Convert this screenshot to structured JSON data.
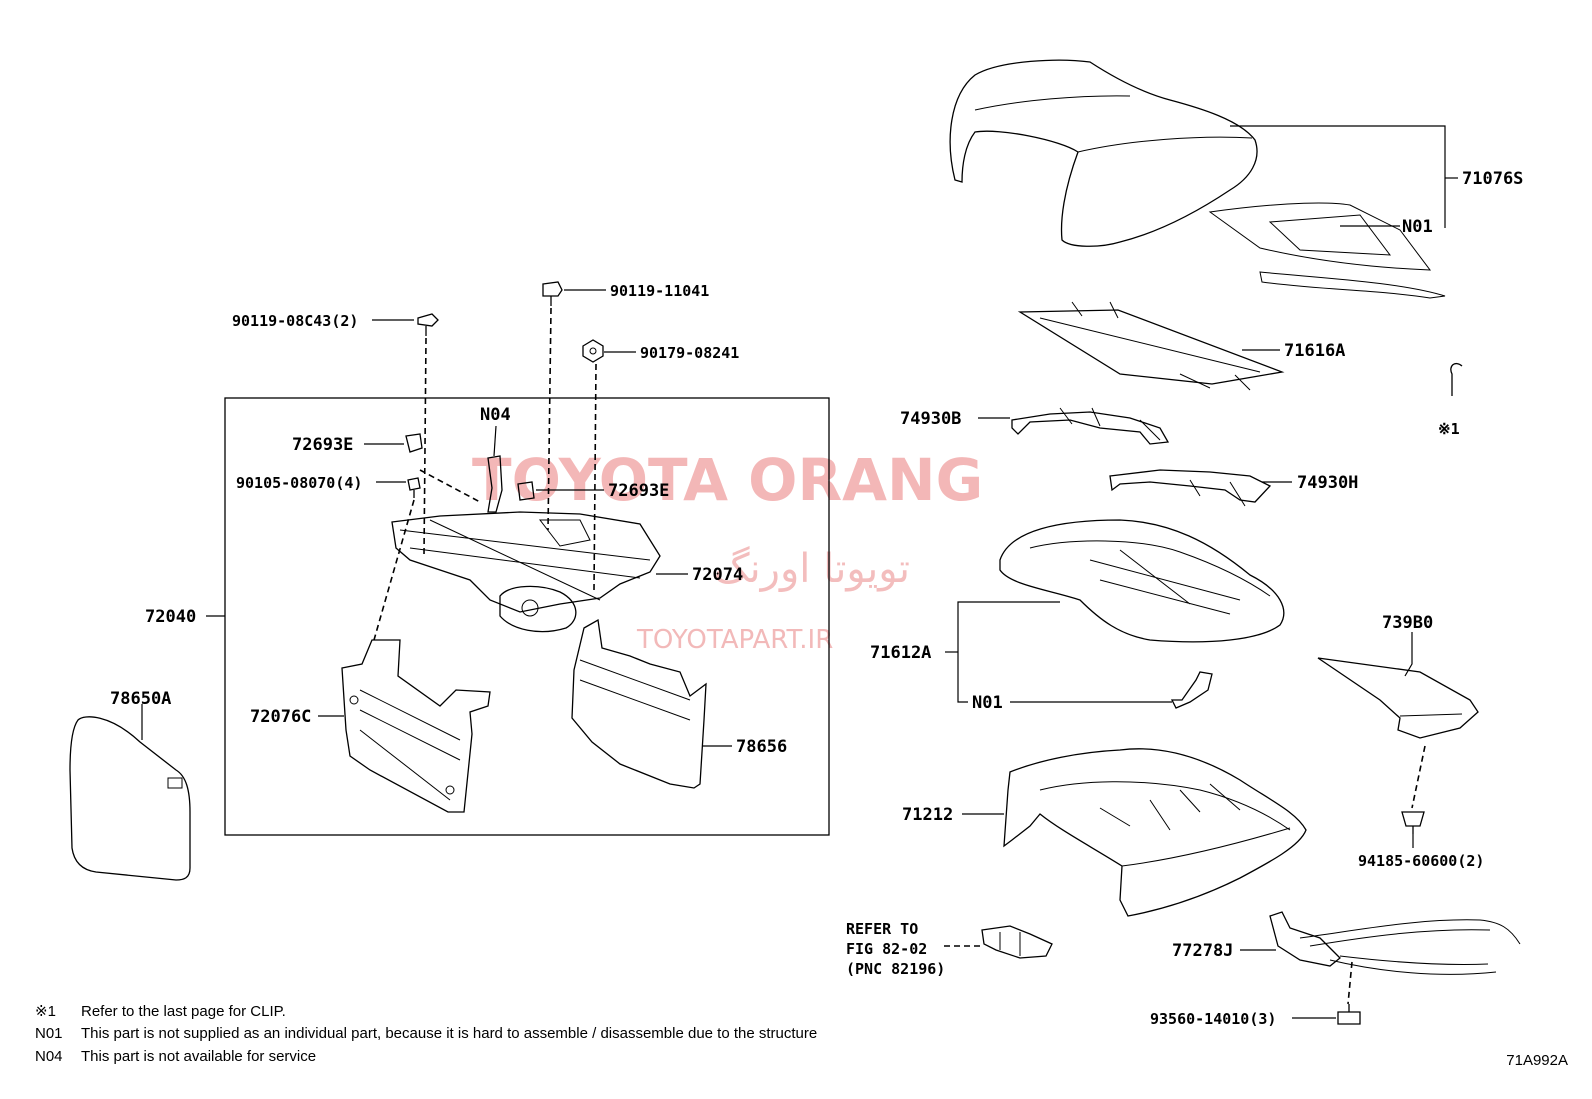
{
  "watermark": {
    "brand": "TOYOTA ORANG",
    "brand_fa": "تویوتا اورنگ",
    "url": "TOYOTAPART.IR"
  },
  "parts": {
    "p71076S": "71076S",
    "p_n01_top": "N01",
    "p71616A": "71616A",
    "p74930B": "74930B",
    "p74930H": "74930H",
    "p71612A": "71612A",
    "p_n01_mid": "N01",
    "p739B0": "739B0",
    "p71212": "71212",
    "p94185": "94185-60600(2)",
    "p77278J": "77278J",
    "p93560": "93560-14010(3)",
    "p90119_08C43": "90119-08C43(2)",
    "p90119_11041": "90119-11041",
    "p90179": "90179-08241",
    "p72693E_a": "72693E",
    "p_n04": "N04",
    "p90105": "90105-08070(4)",
    "p72693E_b": "72693E",
    "p72074": "72074",
    "p72040": "72040",
    "p78650A": "78650A",
    "p72076C": "72076C",
    "p78656": "78656",
    "clip_mark": "※1"
  },
  "refer": {
    "line1": "REFER TO",
    "line2": "FIG 82-02",
    "line3": "(PNC 82196)"
  },
  "notes": [
    {
      "key": "※1",
      "text": "Refer to the last page for CLIP."
    },
    {
      "key": "N01",
      "text": "This part is not supplied as an individual part, because it is hard to assemble / disassemble due to the structure"
    },
    {
      "key": "N04",
      "text": "This part is not available for service"
    }
  ],
  "figure_code": "71A992A",
  "icons": {
    "clip": "clip-icon",
    "bolt": "bolt-icon",
    "nut": "nut-icon"
  }
}
